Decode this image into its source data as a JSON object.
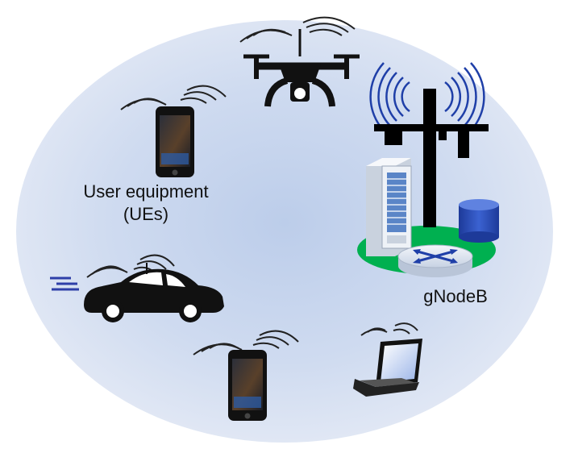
{
  "labels": {
    "user_equipment_line1": "User equipment",
    "user_equipment_line2": "(UEs)",
    "base_station": "gNodeB"
  },
  "icons": [
    "drone-icon",
    "smartphone-icon",
    "car-icon",
    "laptop-icon",
    "cell-tower-icon",
    "server-rack-icon",
    "database-icon",
    "router-icon",
    "wireless-signal-icon"
  ],
  "colors": {
    "cell_gradient_center": "#c3d3ee",
    "cell_gradient_edge": "#dfe6f4",
    "ground_disc": "#00b050",
    "database": "#2e4fb8",
    "router_top": "#dfe7f2",
    "router_arrows": "#1f3fa8",
    "server_body": "#eef2f7",
    "server_slots": "#5a85c7",
    "tower": "#000000",
    "radio_waves": "#1f3fa8",
    "device_dark": "#111111"
  }
}
